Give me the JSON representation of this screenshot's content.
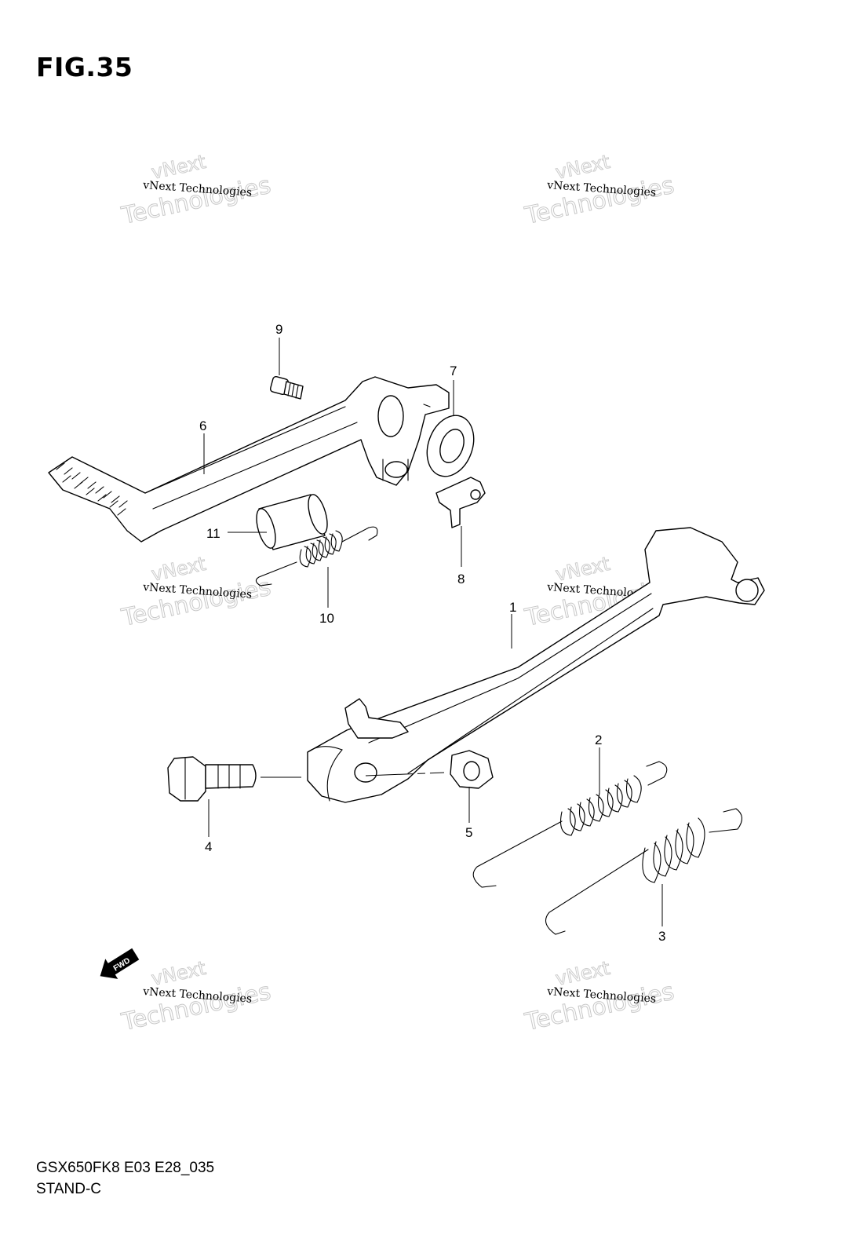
{
  "figure": {
    "title": "FIG.35",
    "model_code": "GSX650FK8 E03 E28_035",
    "section_name": "STAND-C"
  },
  "callouts": {
    "c1": "1",
    "c2": "2",
    "c3": "3",
    "c4": "4",
    "c5": "5",
    "c6": "6",
    "c7": "7",
    "c8": "8",
    "c9": "9",
    "c10": "10",
    "c11": "11"
  },
  "direction_badge": "FWD",
  "watermark": {
    "line1": "vNext Technologies",
    "line2": "vNext",
    "line3": "Technologies"
  }
}
